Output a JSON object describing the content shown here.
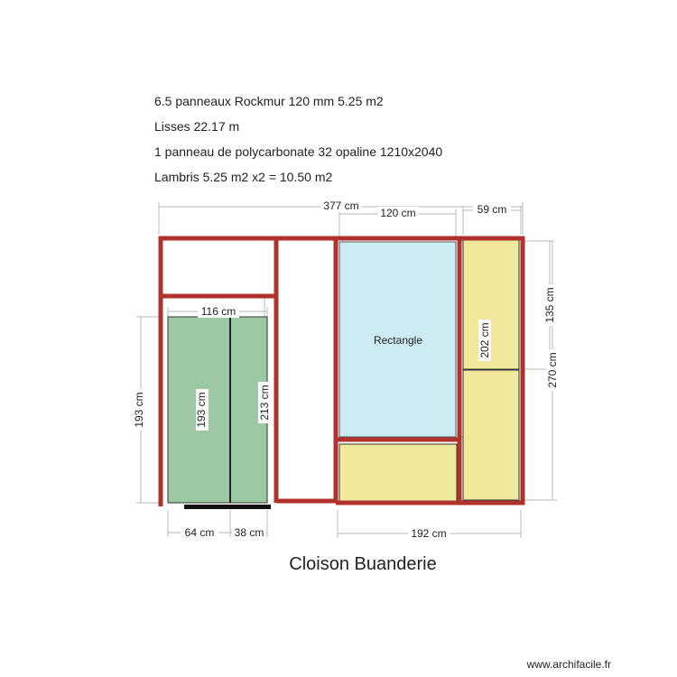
{
  "notes": [
    "6.5 panneaux Rockmur 120 mm  5.25 m2",
    "Lisses 22.17 m",
    "1 panneau de polycarbonate 32 opaline 1210x2040",
    "Lambris 5.25  m2 x2 = 10.50 m2"
  ],
  "labels": {
    "rectangle": "Rectangle",
    "title": "Cloison Buanderie",
    "credit": "www.archifacile.fr"
  },
  "dimensions": {
    "total_width": "377 cm",
    "rect_width": "120 cm",
    "right_width": "59 cm",
    "door_width": "116 cm",
    "left_height": "193 cm",
    "door_height": "193 cm",
    "mid_height": "213 cm",
    "right_inner_height": "202 cm",
    "top_right_height": "135 cm",
    "total_height": "270 cm",
    "bottom_left": "64 cm",
    "bottom_mid": "38 cm",
    "bottom_right": "192 cm"
  },
  "colors": {
    "frame": "#b0322c",
    "door": "#9cc8a4",
    "polycarbonate": "#cdebf2",
    "lambris": "#f0e99c"
  }
}
